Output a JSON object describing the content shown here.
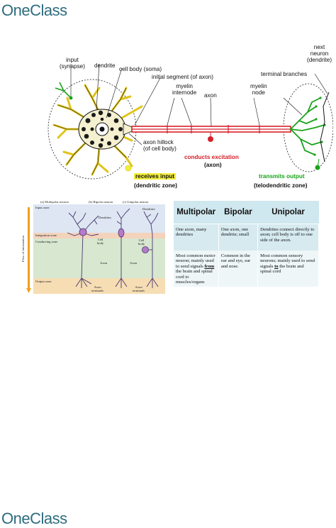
{
  "brand": {
    "logo_text": "OneClass"
  },
  "neuron_diagram": {
    "labels": {
      "input": "input",
      "synapse": "(synapse)",
      "dendrite": "dendrite",
      "cell_body": "cell body (soma)",
      "initial_segment": "initial segment (of axon)",
      "myelin_internode_1": "myelin",
      "myelin_internode_2": "internode",
      "axon": "axon",
      "myelin_node_1": "myelin",
      "myelin_node_2": "node",
      "terminal_branches": "terminal branches",
      "next_neuron_1": "next",
      "next_neuron_2": "neuron",
      "next_neuron_3": "(dendrite)",
      "axon_hillock_1": "axon hillock",
      "axon_hillock_2": "(of cell body)",
      "conducts_excitation": "conducts excitation",
      "axon_zone": "(axon)",
      "receives_input": "receives input",
      "dendritic_zone": "(dendritic zone)",
      "transmits_output": "transmits output",
      "telodendritic_zone": "(telodendritic zone)"
    },
    "colors": {
      "axon": "#d6202a",
      "dendrite": "#e8d020",
      "terminals": "#1aa31a",
      "highlight": "#f3ee3c"
    }
  },
  "neuron_types_figure": {
    "captions": {
      "a": "(a) Multipolar neuron",
      "b": "(b) Bipolar neuron",
      "c": "(c) Unipolar neuron"
    },
    "zones": {
      "input": "Input zone",
      "integration": "Integration zone",
      "conducting": "Conducting zone",
      "output": "Output zone"
    },
    "flow": "Flow of information",
    "labels": {
      "dendrites_1": "Dendrites",
      "dendrites_2": "Dendrites",
      "cell_body_1a": "Cell",
      "cell_body_1b": "body",
      "cell_body_2a": "Cell",
      "cell_body_2b": "body",
      "axon_1": "Axon",
      "axon_2": "Axon",
      "axon_terminals_1a": "Axon",
      "axon_terminals_1b": "terminals",
      "axon_terminals_2a": "Axon",
      "axon_terminals_2b": "terminals"
    }
  },
  "comparison_table": {
    "headers": [
      "Multipolar",
      "Bipolar",
      "Unipolar"
    ],
    "rows": [
      [
        "One axon, many dendrites",
        "One axon, one dendrite; small",
        "Dendrites connect directly to axon; cell body is off to one side of the axon."
      ],
      [
        "Most common motor neuron; mainly used to send signals from the brain and spinal cord to muscles/organs",
        "Common in the ear and eye, ear and nose.",
        "Most common sensory neurons; mainly used to send signals to the brain and spinal cord"
      ]
    ],
    "r2c1": {
      "pre": "Most common motor neuron; mainly used to send signals ",
      "em": "from",
      "post": " the brain and spinal cord to muscles/organs"
    },
    "r2c3": {
      "pre": "Most common sensory neurons; mainly used to send signals ",
      "em": "to",
      "post": " the brain and spinal cord"
    }
  }
}
